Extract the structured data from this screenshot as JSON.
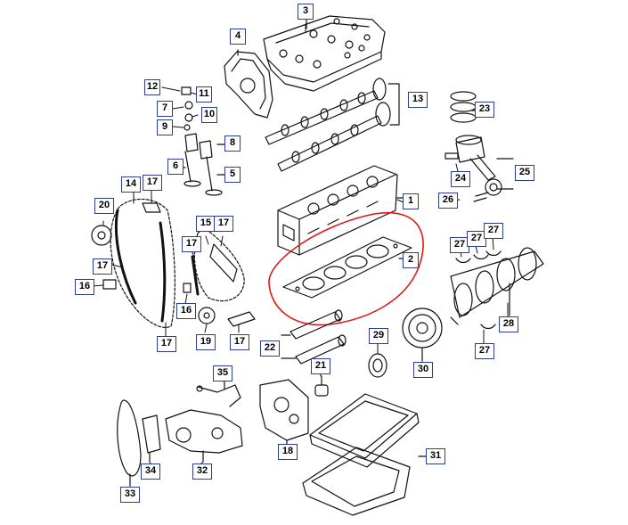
{
  "diagram": {
    "highlight_color": "#e01818",
    "callout_border_color": "#2a3f8f",
    "line_color": "#111111",
    "callouts": {
      "c1": "1",
      "c2": "2",
      "c3": "3",
      "c4": "4",
      "c5": "5",
      "c6": "6",
      "c7": "7",
      "c8": "8",
      "c9": "9",
      "c10": "10",
      "c11": "11",
      "c12": "12",
      "c13": "13",
      "c14": "14",
      "c15": "15",
      "c16a": "16",
      "c16b": "16",
      "c17a": "17",
      "c17b": "17",
      "c17c": "17",
      "c17d": "17",
      "c17e": "17",
      "c17f": "17",
      "c18": "18",
      "c19": "19",
      "c20": "20",
      "c21": "21",
      "c22": "22",
      "c23": "23",
      "c24": "24",
      "c25": "25",
      "c26": "26",
      "c27a": "27",
      "c27b": "27",
      "c27c": "27",
      "c27d": "27",
      "c28": "28",
      "c29": "29",
      "c30": "30",
      "c31": "31",
      "c32": "32",
      "c33": "33",
      "c34": "34",
      "c35": "35"
    }
  }
}
